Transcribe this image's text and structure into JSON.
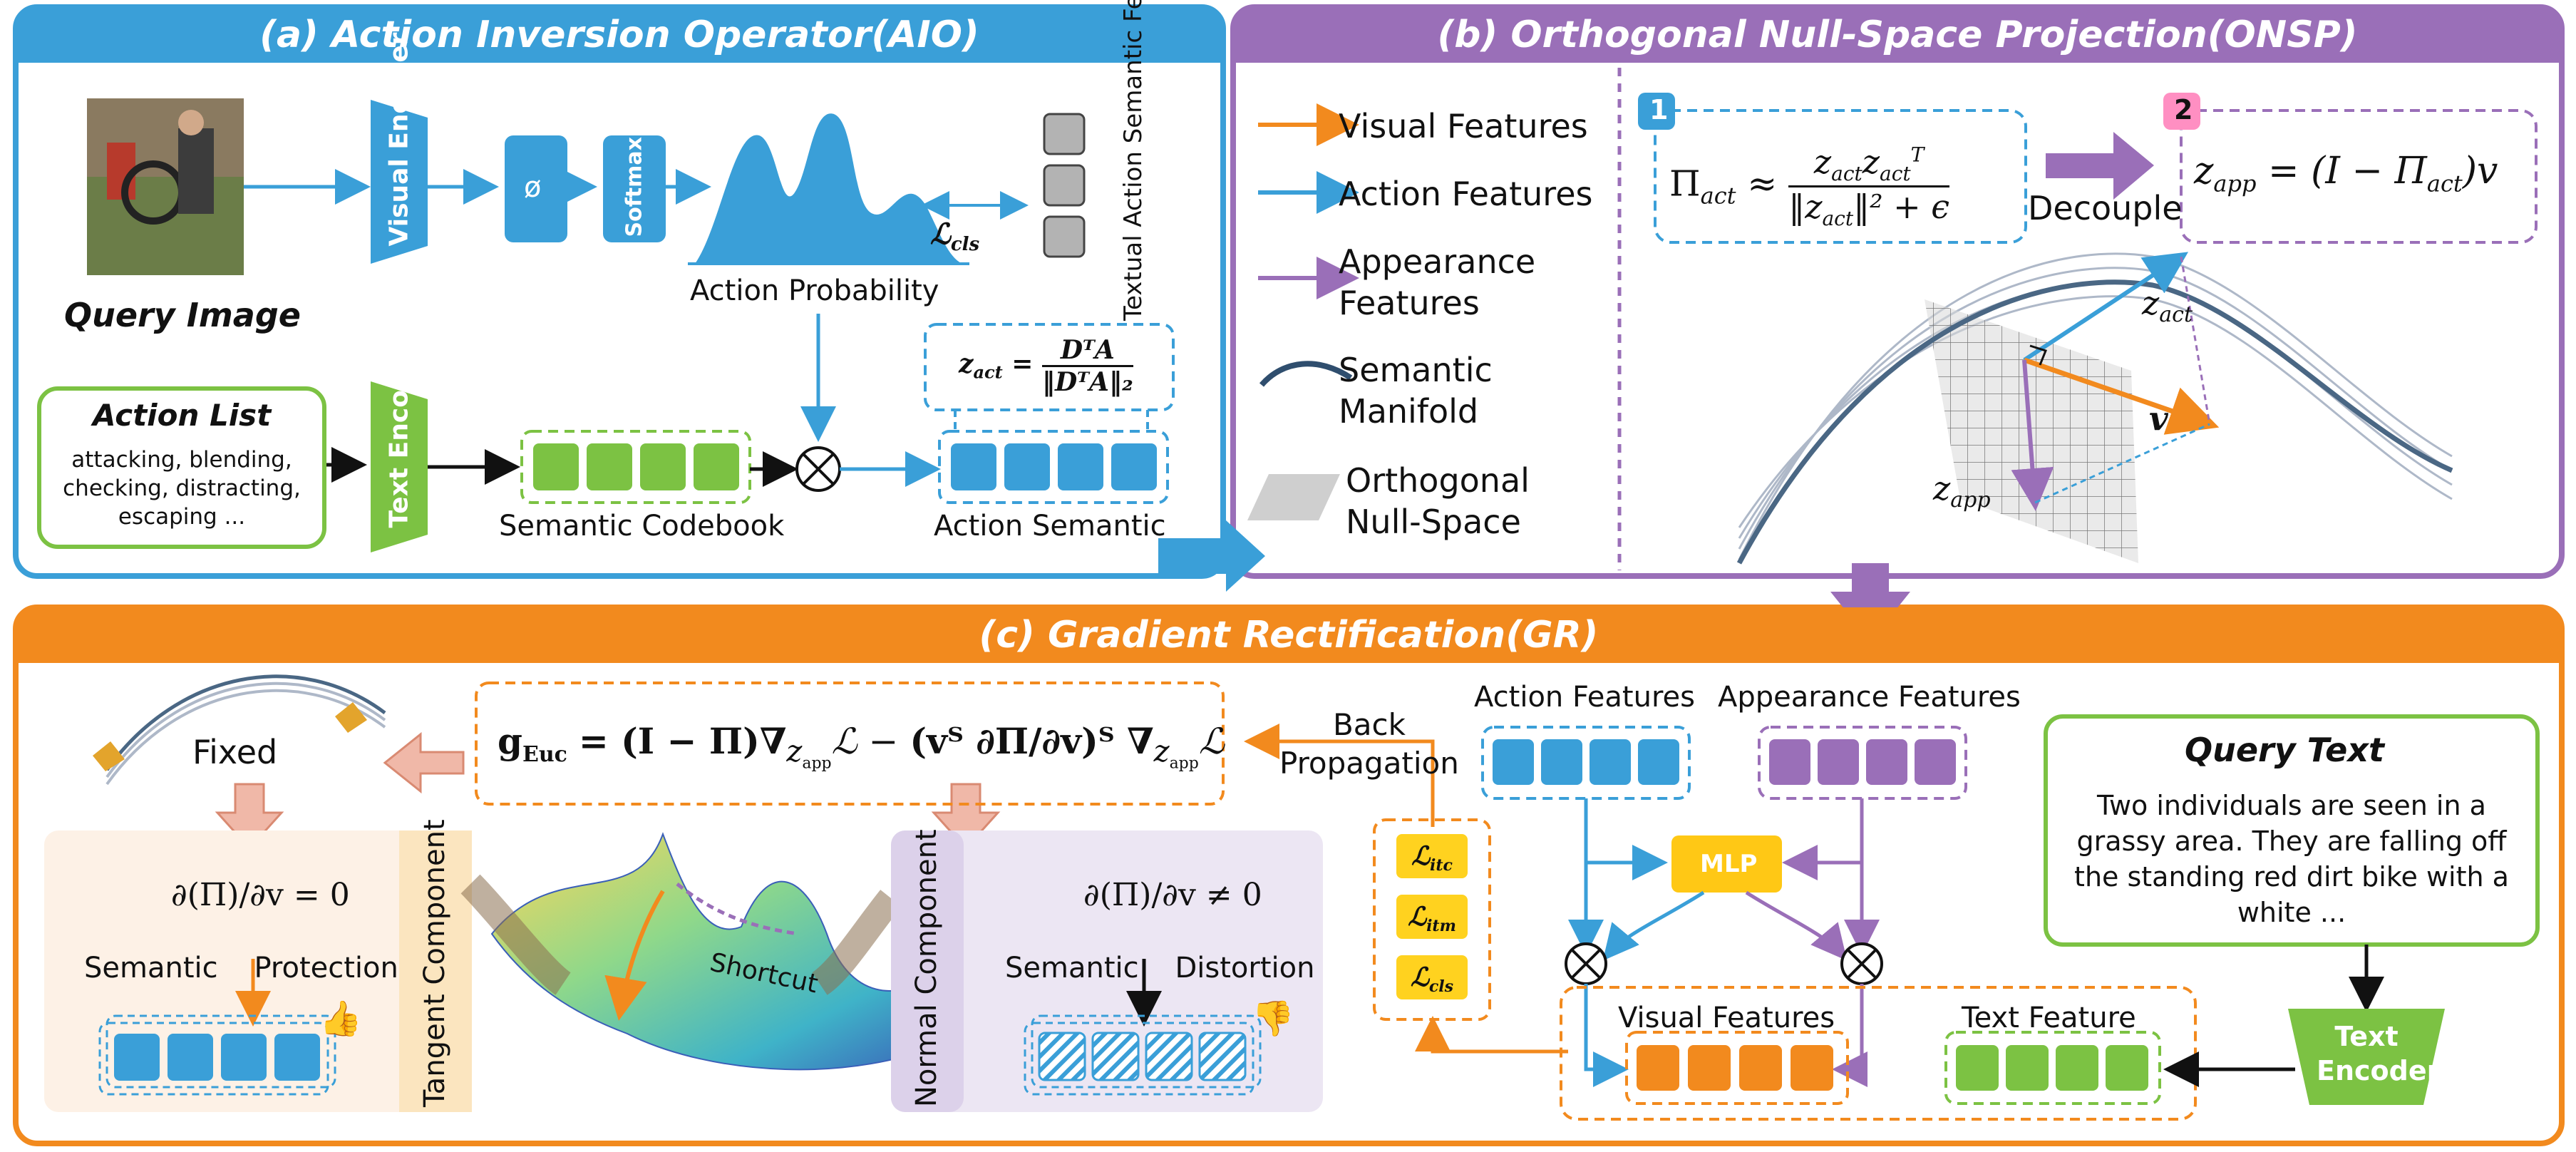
{
  "panel_a": {
    "title": "(a) Action Inversion Operator(AIO)",
    "query_image_label": "Query Image",
    "visual_encoder": "Visual Encoder",
    "phi": "ø",
    "softmax": "Softmax",
    "action_probability": "Action Probability",
    "loss_cls": "ℒ",
    "loss_cls_sub": "cls",
    "textual_feature": "Textual Action Semantic Feature",
    "z_act_formula": {
      "lhs": "z",
      "lhs_sub": "act",
      "num": "DᵀΑ",
      "den": "‖DᵀΑ‖₂"
    },
    "action_list_title": "Action List",
    "action_list_items": [
      "attacking, blending,",
      "checking, distracting,",
      "escaping ..."
    ],
    "text_encoder": "Text Encoder",
    "semantic_codebook": "Semantic Codebook",
    "action_semantic": "Action Semantic"
  },
  "panel_b": {
    "title": "(b) Orthogonal Null-Space Projection(ONSP)",
    "legend": {
      "visual": "Visual Features",
      "action": "Action Features",
      "appearance_1": "Appearance",
      "appearance_2": "Features",
      "manifold_1": "Semantic",
      "manifold_2": "Manifold",
      "nullspace_1": "Orthogonal",
      "nullspace_2": "Null-Space"
    },
    "step1": "1",
    "step2": "2",
    "decouple": "Decouple",
    "eq1": {
      "pi": "Π",
      "pi_sub": "act",
      "approx": "≈",
      "num": "z",
      "num_sub": "act",
      "num2": "z",
      "num2_sub": "act",
      "num2_sup": "T",
      "den": "‖z",
      "den_sub": "act",
      "den_tail": "‖² + ϵ"
    },
    "eq2": {
      "z": "z",
      "z_sub": "app",
      "rhs": "= (I − Π",
      "rhs_sub": "act",
      "rhs_tail": ")v"
    },
    "vec_zact": "z",
    "vec_zact_sub": "act",
    "vec_v": "v",
    "vec_zapp": "z",
    "vec_zapp_sub": "app"
  },
  "panel_c": {
    "title": "(c) Gradient Rectification(GR)",
    "fixed": "Fixed",
    "geuc_lhs": "g",
    "geuc_lhs_sub": "Euc",
    "geuc_rhs": "= (I − Π)∇",
    "geuc_z": "z",
    "geuc_z_sub": "app",
    "geuc_L": "ℒ − ",
    "geuc_mid": "(vᵀ ∂Π/∂v)ᵀ ∇",
    "geuc_end": "ℒ",
    "back_propagation_1": "Back",
    "back_propagation_2": "Propagation",
    "tangent_eq": "∂(Π)/∂v = 0",
    "semantic_protection_1": "Semantic",
    "semantic_protection_2": "Protection",
    "tangent_component": "Tangent Component",
    "shortcut": "Shortcut",
    "normal_component": "Normal Component",
    "normal_eq": "∂(Π)/∂v ≠ 0",
    "semantic_distortion_1": "Semantic",
    "semantic_distortion_2": "Distortion",
    "losses": [
      {
        "sym": "ℒ",
        "sub": "itc"
      },
      {
        "sym": "ℒ",
        "sub": "itm"
      },
      {
        "sym": "ℒ",
        "sub": "cls"
      }
    ],
    "action_features": "Action Features",
    "appearance_features": "Appearance Features",
    "mlp": "MLP",
    "visual_features": "Visual Features",
    "text_feature": "Text Feature",
    "query_text_title": "Query Text",
    "query_text_body": "Two individuals are seen in a grassy area. They are falling off the standing red dirt bike with a white ...",
    "text_encoder": "Text Encoder"
  },
  "colors": {
    "blue": "#3a9fd8",
    "purple": "#9a6fb8",
    "orange": "#f28a1e",
    "green": "#7cc243",
    "yellow": "#ffd21f"
  }
}
